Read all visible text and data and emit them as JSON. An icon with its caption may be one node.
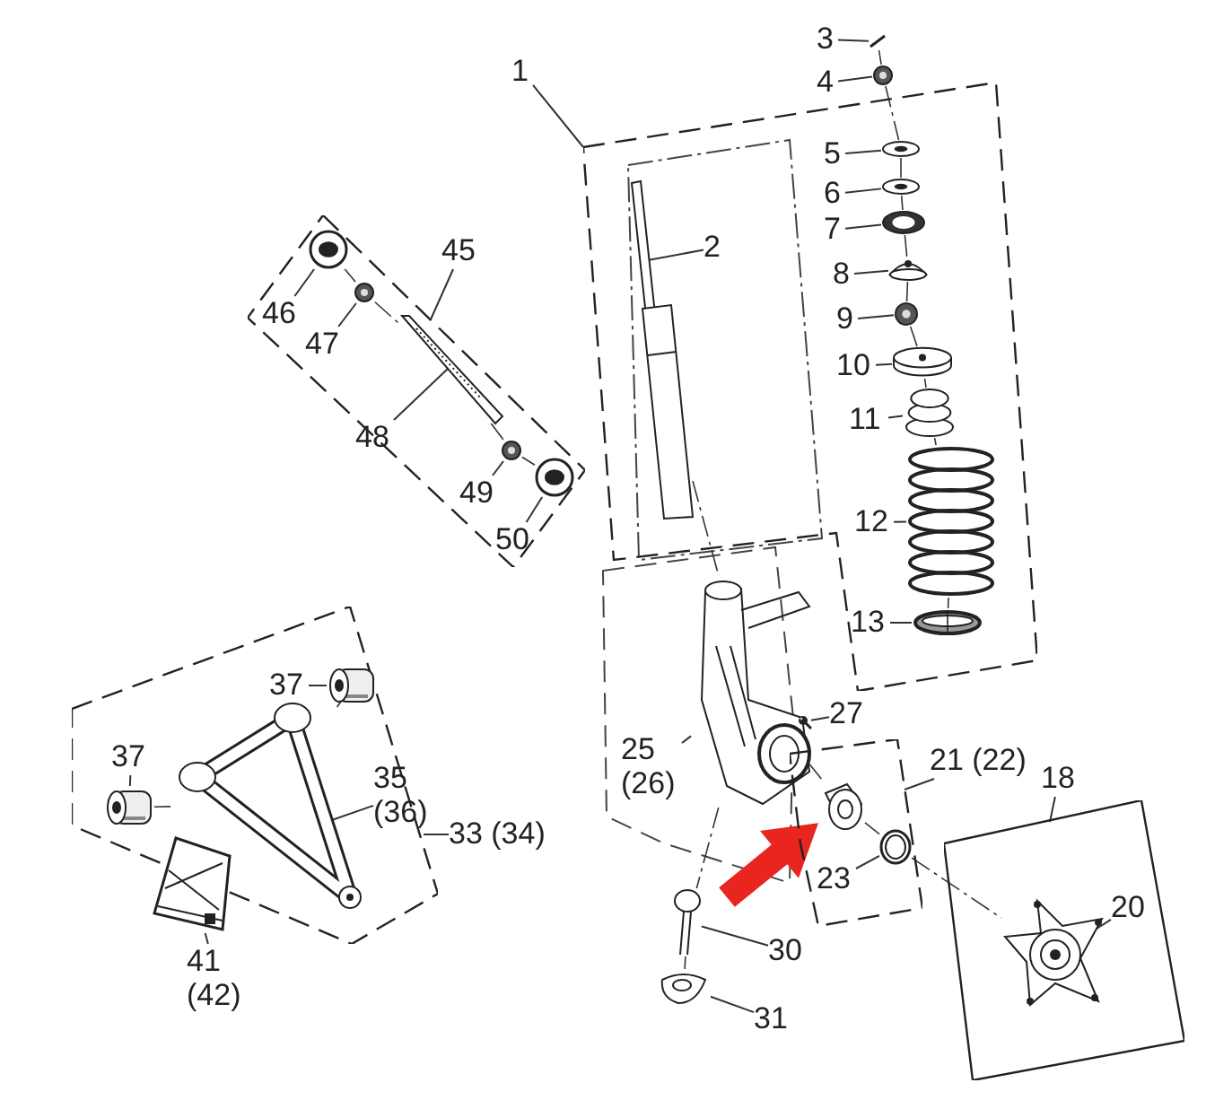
{
  "diagram": {
    "nodes": [
      {
        "text": [
          "1"
        ]
      },
      {
        "text": [],
        "shape": "box"
      },
      {
        "text": [
          "2"
        ],
        "in": 1
      },
      {
        "text": [],
        "shape": "picture",
        "in": 1
      },
      {
        "text": [
          "3"
        ]
      },
      {
        "text": [],
        "shape": "picture"
      },
      {
        "text": [
          "4"
        ]
      },
      {
        "text": [],
        "shape": "picture"
      },
      {
        "text": [
          "5"
        ],
        "in": 1
      },
      {
        "text": [],
        "shape": "picture",
        "in": 1
      },
      {
        "text": [
          "6"
        ],
        "in": 1
      },
      {
        "text": [],
        "shape": "picture",
        "in": 1
      },
      {
        "text": [
          "7"
        ],
        "in": 1
      },
      {
        "text": [],
        "shape": "picture",
        "in": 1
      },
      {
        "text": [
          "8"
        ],
        "in": 1
      },
      {
        "text": [],
        "shape": "picture",
        "in": 1
      },
      {
        "text": [
          "9"
        ],
        "in": 1
      },
      {
        "text": [],
        "shape": "picture",
        "in": 1
      },
      {
        "text": [
          "10"
        ],
        "in": 1
      },
      {
        "text": [],
        "shape": "picture",
        "in": 1
      },
      {
        "text": [
          "11"
        ],
        "in": 1
      },
      {
        "text": [],
        "shape": "picture",
        "in": 1
      },
      {
        "text": [
          "12"
        ],
        "in": 1
      },
      {
        "text": [],
        "shape": "picture",
        "in": 1
      },
      {
        "text": [
          "13"
        ],
        "in": 1
      },
      {
        "text": [],
        "shape": "picture",
        "in": 1
      },
      {
        "text": [],
        "shape": "box"
      },
      {
        "text": [
          "45"
        ],
        "in": 26
      },
      {
        "text": [
          "46"
        ],
        "in": 26
      },
      {
        "text": [],
        "shape": "picture",
        "in": 26
      },
      {
        "text": [
          "47"
        ],
        "in": 26
      },
      {
        "text": [],
        "shape": "picture",
        "in": 26
      },
      {
        "text": [
          "48"
        ],
        "in": 26
      },
      {
        "text": [],
        "shape": "picture",
        "in": 26
      },
      {
        "text": [
          "49"
        ],
        "in": 26
      },
      {
        "text": [],
        "shape": "picture",
        "in": 26
      },
      {
        "text": [
          "50"
        ],
        "in": 26
      },
      {
        "text": [],
        "shape": "picture",
        "in": 26
      },
      {
        "text": [],
        "shape": "box"
      },
      {
        "text": [
          "37"
        ],
        "in": 38
      },
      {
        "text": [],
        "shape": "picture",
        "in": 38
      },
      {
        "text": [
          "37"
        ],
        "in": 38
      },
      {
        "text": [],
        "shape": "picture",
        "in": 38
      },
      {
        "text": [
          "35 (36)"
        ],
        "in": 38
      },
      {
        "text": [],
        "shape": "picture",
        "in": 38
      },
      {
        "text": [
          "33 (34)"
        ]
      },
      {
        "text": [],
        "shape": "picture",
        "in": 38
      },
      {
        "text": [
          "41 (42)"
        ]
      },
      {
        "text": [
          "25 (26)"
        ]
      },
      {
        "text": [],
        "shape": "picture"
      },
      {
        "text": [
          "27"
        ]
      },
      {
        "text": [],
        "shape": "picture"
      },
      {
        "text": [
          "21 (22)"
        ]
      },
      {
        "text": [],
        "shape": "box"
      },
      {
        "text": [],
        "shape": "picture",
        "in": 53
      },
      {
        "text": [],
        "shape": "picture",
        "in": 53
      },
      {
        "text": [
          "23"
        ],
        "in": 53
      },
      {
        "text": [
          "18"
        ]
      },
      {
        "text": [],
        "shape": "box"
      },
      {
        "text": [],
        "shape": "picture",
        "in": 58
      },
      {
        "text": [
          "20"
        ],
        "in": 58
      },
      {
        "text": [],
        "shape": "picture"
      },
      {
        "text": [
          "30"
        ]
      },
      {
        "text": [],
        "shape": "picture"
      },
      {
        "text": [
          "31"
        ]
      }
    ],
    "edges": [
      {
        "from": 0,
        "to": 1,
        "arrow": "none"
      },
      {
        "from": 2,
        "to": 3,
        "arrow": "none"
      },
      {
        "from": 4,
        "to": 5,
        "arrow": "none"
      },
      {
        "from": 6,
        "to": 7,
        "arrow": "none"
      },
      {
        "from": 8,
        "to": 9,
        "arrow": "none"
      },
      {
        "from": 10,
        "to": 11,
        "arrow": "none"
      },
      {
        "from": 12,
        "to": 13,
        "arrow": "none"
      },
      {
        "from": 14,
        "to": 15,
        "arrow": "none"
      },
      {
        "from": 16,
        "to": 17,
        "arrow": "none"
      },
      {
        "from": 18,
        "to": 19,
        "arrow": "none"
      },
      {
        "from": 20,
        "to": 21,
        "arrow": "none"
      },
      {
        "from": 22,
        "to": 23,
        "arrow": "none"
      },
      {
        "from": 24,
        "to": 25,
        "arrow": "none"
      },
      {
        "from": 27,
        "to": 26,
        "arrow": "none"
      },
      {
        "from": 28,
        "to": 29,
        "arrow": "none"
      },
      {
        "from": 30,
        "to": 31,
        "arrow": "none"
      },
      {
        "from": 32,
        "to": 33,
        "arrow": "none"
      },
      {
        "from": 34,
        "to": 35,
        "arrow": "none"
      },
      {
        "from": 36,
        "to": 37,
        "arrow": "none"
      },
      {
        "from": 39,
        "to": 40,
        "arrow": "none"
      },
      {
        "from": 41,
        "to": 42,
        "arrow": "none"
      },
      {
        "from": 43,
        "to": 44,
        "arrow": "none"
      },
      {
        "from": 45,
        "to": 38,
        "arrow": "none"
      },
      {
        "from": 47,
        "to": 46,
        "arrow": "none"
      },
      {
        "from": 48,
        "to": 49,
        "arrow": "none"
      },
      {
        "from": 50,
        "to": 51,
        "arrow": "none"
      },
      {
        "from": 52,
        "to": 53,
        "arrow": "none"
      },
      {
        "from": 56,
        "to": 55,
        "arrow": "none"
      },
      {
        "from": 57,
        "to": 58,
        "arrow": "none"
      },
      {
        "from": 60,
        "to": 59,
        "arrow": "none"
      },
      {
        "from": 62,
        "to": 61,
        "arrow": "none"
      },
      {
        "from": 64,
        "to": 63,
        "arrow": "none"
      },
      {
        "from": null,
        "to": 54,
        "arrow": "to",
        "style": "thick",
        "color": "#e8251f"
      },
      {
        "from": 5,
        "to": 7,
        "arrow": "none",
        "style": "dashed"
      },
      {
        "from": 7,
        "to": 9,
        "arrow": "none",
        "style": "dashed"
      },
      {
        "from": 9,
        "to": 11,
        "arrow": "none",
        "style": "dashed"
      },
      {
        "from": 11,
        "to": 13,
        "arrow": "none",
        "style": "dashed"
      },
      {
        "from": 13,
        "to": 15,
        "arrow": "none",
        "style": "dashed"
      },
      {
        "from": 15,
        "to": 17,
        "arrow": "none",
        "style": "dashed"
      },
      {
        "from": 17,
        "to": 19,
        "arrow": "none",
        "style": "dashed"
      },
      {
        "from": 19,
        "to": 21,
        "arrow": "none",
        "style": "dashed"
      },
      {
        "from": 21,
        "to": 23,
        "arrow": "none",
        "style": "dashed"
      },
      {
        "from": 23,
        "to": 25,
        "arrow": "none",
        "style": "dashed"
      },
      {
        "from": 3,
        "to": 49,
        "arrow": "none",
        "style": "dashed"
      },
      {
        "from": 49,
        "to": 61,
        "arrow": "none",
        "style": "dashed"
      },
      {
        "from": 61,
        "to": 63,
        "arrow": "none",
        "style": "dashed"
      },
      {
        "from": 29,
        "to": 31,
        "arrow": "none",
        "style": "dashed"
      },
      {
        "from": 31,
        "to": 33,
        "arrow": "none",
        "style": "dashed"
      },
      {
        "from": 33,
        "to": 35,
        "arrow": "none",
        "style": "dashed"
      },
      {
        "from": 35,
        "to": 37,
        "arrow": "none",
        "style": "dashed"
      },
      {
        "from": 42,
        "to": 44,
        "arrow": "none",
        "style": "dashed"
      },
      {
        "from": 40,
        "to": 44,
        "arrow": "none",
        "style": "dashed"
      },
      {
        "from": 49,
        "to": 54,
        "arrow": "none",
        "style": "dashed"
      },
      {
        "from": 54,
        "to": 55,
        "arrow": "none",
        "style": "dashed"
      },
      {
        "from": 55,
        "to": 59,
        "arrow": "none",
        "style": "dashed"
      }
    ]
  }
}
